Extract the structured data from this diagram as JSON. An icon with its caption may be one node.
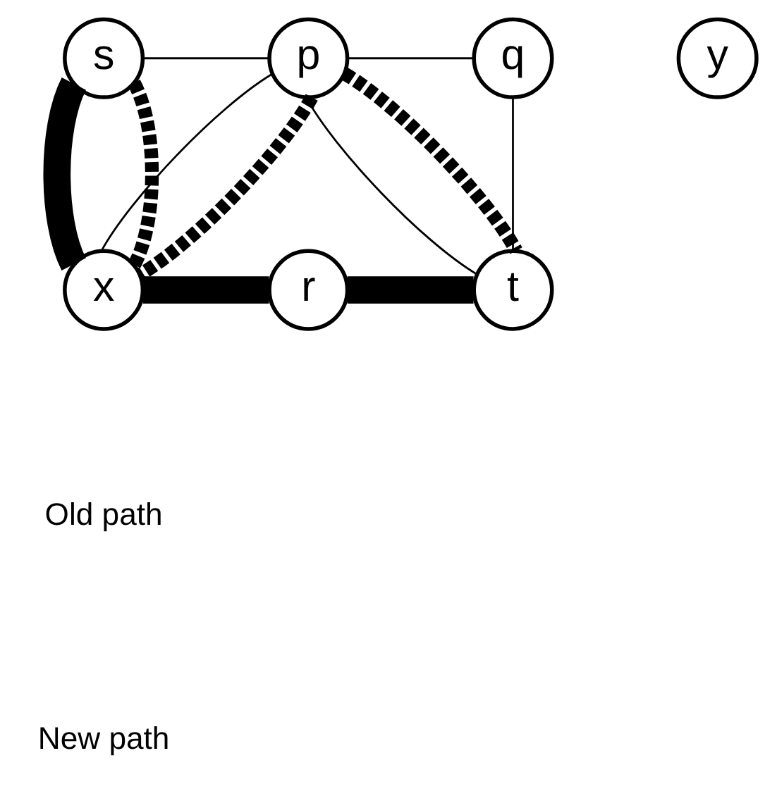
{
  "diagram": {
    "nodes": [
      {
        "text": [
          "s"
        ]
      },
      {
        "text": [
          "p"
        ]
      },
      {
        "text": [
          "q"
        ]
      },
      {
        "text": [
          "y"
        ]
      },
      {
        "text": [
          "x"
        ]
      },
      {
        "text": [
          "r"
        ]
      },
      {
        "text": [
          "t"
        ]
      }
    ],
    "edges": [
      {
        "from": 0,
        "to": 1,
        "arrow": "none"
      },
      {
        "from": 1,
        "to": 2,
        "arrow": "none"
      },
      {
        "from": 0,
        "to": 4,
        "arrow": "none",
        "style": "thick"
      },
      {
        "from": 0,
        "to": 4,
        "arrow": "none",
        "style": "dashed"
      },
      {
        "from": 1,
        "to": 4,
        "arrow": "none"
      },
      {
        "from": 1,
        "to": 4,
        "arrow": "none",
        "style": "dashed"
      },
      {
        "from": 1,
        "to": 6,
        "arrow": "none"
      },
      {
        "from": 1,
        "to": 6,
        "arrow": "none",
        "style": "dashed"
      },
      {
        "from": 2,
        "to": 6,
        "arrow": "none"
      },
      {
        "from": 4,
        "to": 5,
        "arrow": "none",
        "style": "thick"
      },
      {
        "from": 5,
        "to": 6,
        "arrow": "none",
        "style": "thick"
      }
    ],
    "legend": [
      {
        "text": "Old path"
      },
      {
        "text": "New path"
      }
    ]
  }
}
